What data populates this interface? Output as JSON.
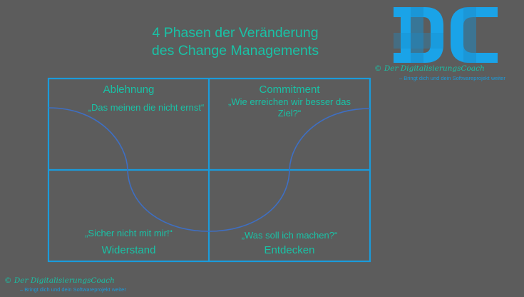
{
  "title": {
    "line1": "4 Phasen der Veränderung",
    "line2": "des Change Managements"
  },
  "colors": {
    "background": "#5c5c5c",
    "text": "#19c2a6",
    "grid": "#1a9bdb",
    "curve": "#3e6fc4",
    "logo_light": "#1aa3e8",
    "logo_dark": "#1b8cc8"
  },
  "quadrants": {
    "top_left": {
      "heading": "Ablehnung",
      "quote": "„Das meinen die nicht ernst“"
    },
    "top_right": {
      "heading": "Commitment",
      "quote_line1": "„Wie erreichen wir besser das",
      "quote_line2": "Ziel?“"
    },
    "bottom_left": {
      "heading": "Widerstand",
      "quote": "„Sicher nicht mit mir!“"
    },
    "bottom_right": {
      "heading": "Entdecken",
      "quote": "„Was soll ich machen?“"
    }
  },
  "logo": {
    "letters": "DC",
    "brand": "© Der DigitalisierungsCoach",
    "tagline": "– Bringt dich und dein Softwareprojekt weiter"
  },
  "footer": {
    "brand": "© Der DigitalisierungsCoach",
    "tagline": "– Bringt dich und dein Softwareprojekt weiter"
  }
}
